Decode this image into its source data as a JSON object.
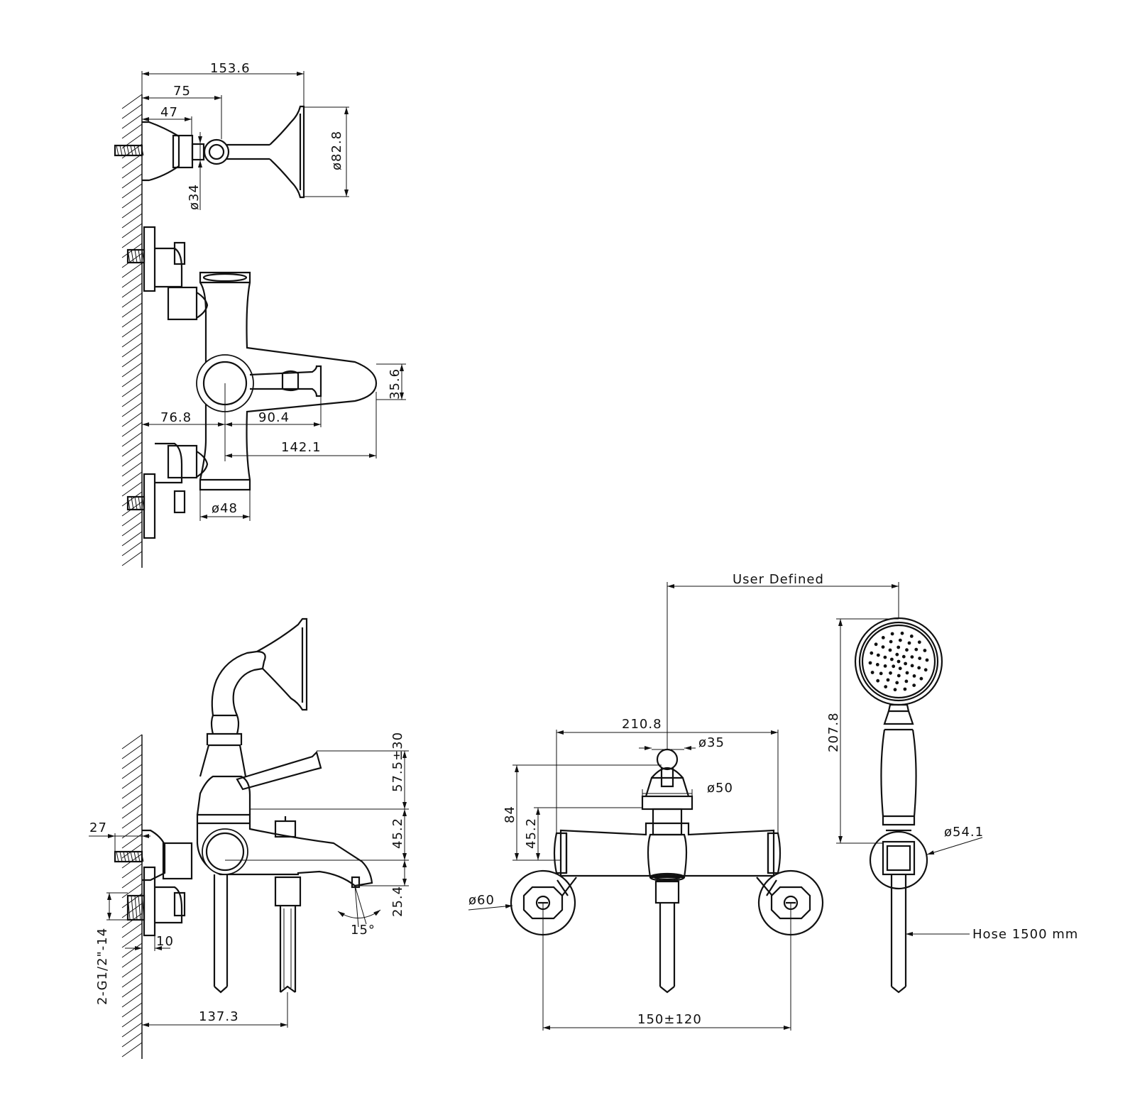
{
  "dimensions": {
    "top_overall": "153.6",
    "top_arm": "75",
    "top_flange": "47",
    "top_dia_pipe": "ø34",
    "top_dia_head": "ø82.8",
    "plan_handle_h": "35.6",
    "plan_wall_center": "76.8",
    "plan_handle_len": "90.4",
    "plan_spout_len": "142.1",
    "plan_dia_body": "ø48",
    "side_h1": "57.5±30",
    "side_h2": "45.2",
    "side_h3": "25.4",
    "side_flange": "27",
    "side_thread": "2-G1/2\"-14",
    "side_thread_len": "10",
    "side_angle": "15°",
    "side_spout_reach": "137.3",
    "front_user_defined": "User Defined",
    "front_width": "210.8",
    "front_dia_knob": "ø35",
    "front_dia_div": "ø50",
    "front_h84": "84",
    "front_h452": "45.2",
    "front_dia_flange": "ø60",
    "front_centers": "150±120",
    "shower_len": "207.8",
    "shower_dia": "ø54.1",
    "hose": "Hose 1500 mm"
  }
}
